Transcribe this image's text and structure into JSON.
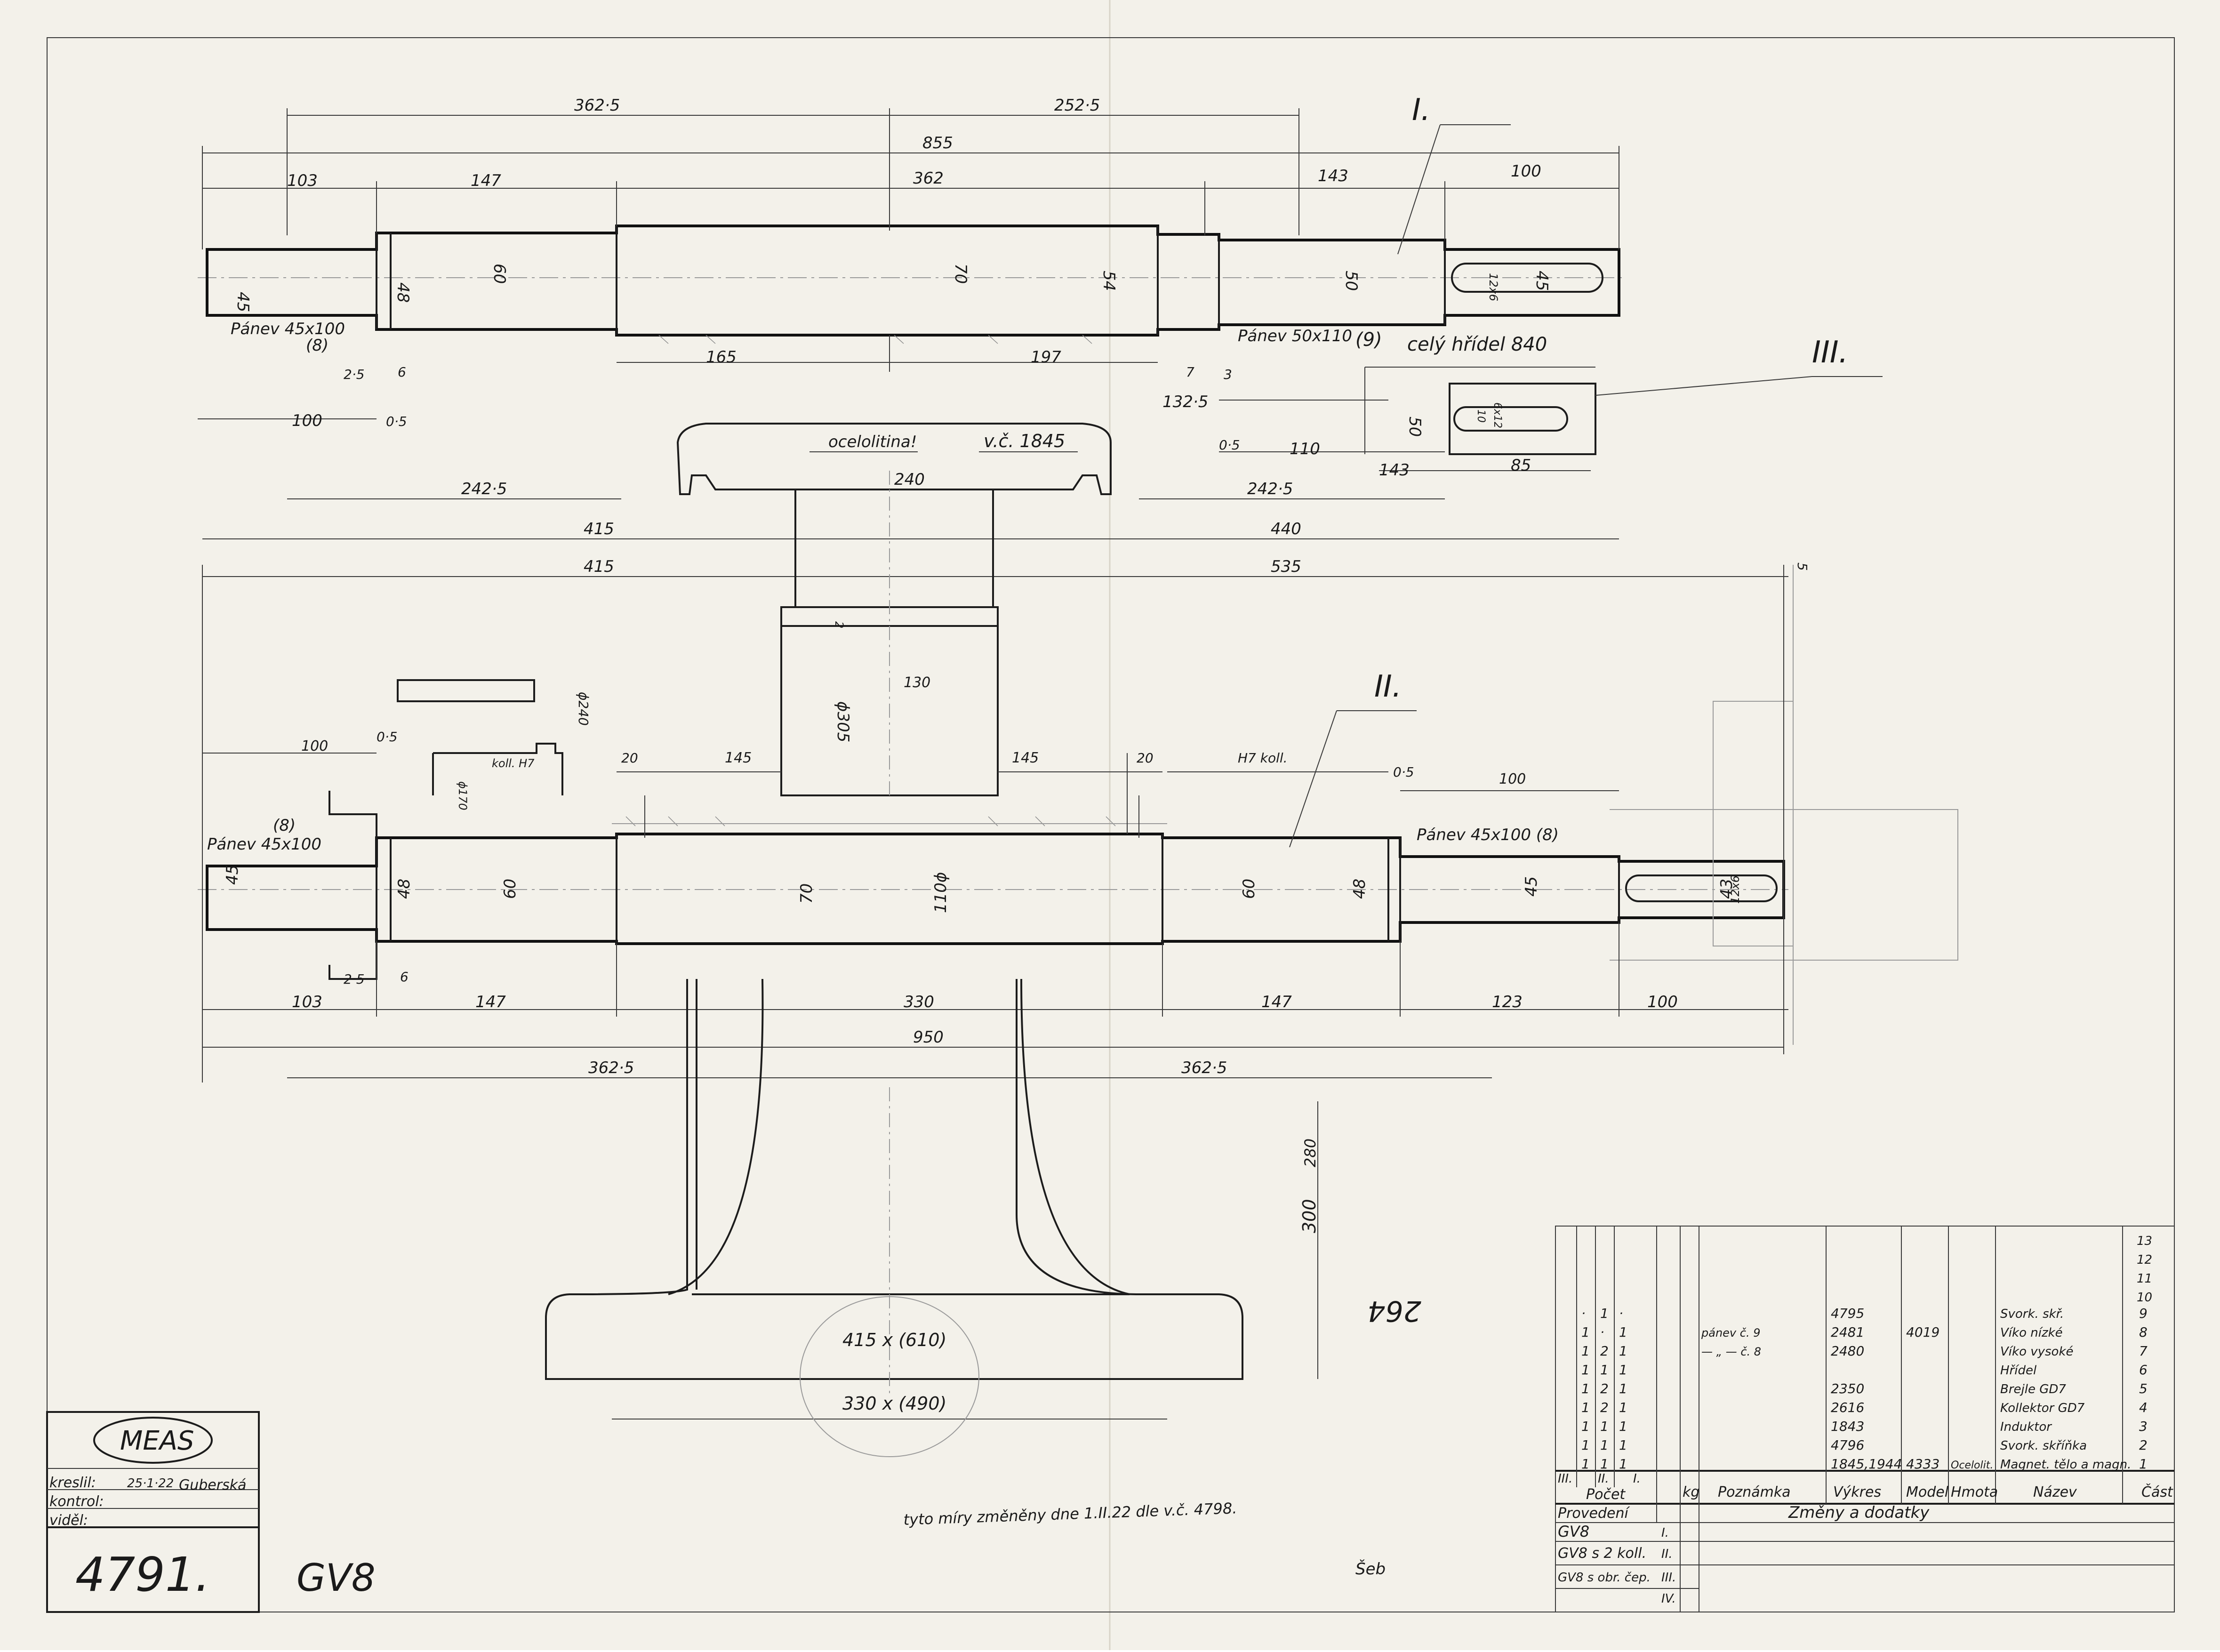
{
  "shaft_I": {
    "mark": "I.",
    "dims_top": [
      "362·5",
      "252·5",
      "855",
      "103",
      "147",
      "362",
      "143",
      "100"
    ],
    "diameters": [
      "45",
      "48",
      "60",
      "70",
      "54",
      "50",
      "12x6",
      "45"
    ],
    "bearing_left": "Pánev 45x100",
    "bearing_left_no": "(8)",
    "bearing_right": "Pánev 50x110",
    "bearing_right_no": "(9)",
    "whole_shaft": "celý hřídel 840",
    "dims_bottom": [
      "165",
      "197",
      "2·5",
      "6",
      "7",
      "3",
      "100",
      "0·5",
      "132·5",
      "0·5",
      "110"
    ],
    "dims_long": [
      "242·5",
      "242·5",
      "415",
      "440",
      "415",
      "535"
    ]
  },
  "detail_III": {
    "mark": "III.",
    "dims": [
      "50",
      "143",
      "85",
      "10",
      "6x12"
    ]
  },
  "casting": {
    "note": "ocelolitina!",
    "ref": "v.č. 1845",
    "width": "240",
    "height": "130",
    "diameter": "ϕ305",
    "lip": "2",
    "bore": "ϕ240",
    "bore_small": "ϕ170",
    "koll": "koll. H7"
  },
  "shaft_II": {
    "mark": "II.",
    "dims_top": [
      "100",
      "0·5",
      "20",
      "145",
      "145",
      "20",
      "H7 koll.",
      "0·5",
      "100",
      "5"
    ],
    "bearing_left": "Pánev 45x100",
    "bearing_left_no": "(8)",
    "bearing_right": "Pánev 45x100 (8)",
    "diameters": [
      "45",
      "48",
      "60",
      "70",
      "110ϕ",
      "60",
      "48",
      "45",
      "43",
      "12x6"
    ],
    "dims_bottom": [
      "2·5",
      "6",
      "103",
      "147",
      "330",
      "147",
      "123",
      "100",
      "950",
      "362·5",
      "362·5"
    ]
  },
  "base": {
    "height": "300",
    "height_old": "280",
    "dim_a": "415 x (610)",
    "dim_b": "330 x (490)",
    "change_note": "tyto míry změněny dne 1.II.22 dle v.č. 4798.",
    "stamp": "264",
    "signature": "Šeb"
  },
  "title_block": {
    "logo": "MEAS",
    "drew_label": "kreslil:",
    "drew_date": "25·1·22",
    "drew_sign": "Guberská",
    "checked_label": "kontrol:",
    "approved_label": "viděl:",
    "number": "4791.",
    "product": "GV8"
  },
  "bom": {
    "row_numbers": [
      "13",
      "12",
      "11",
      "10"
    ],
    "rows": [
      {
        "c1": "·",
        "c2": "1",
        "c3": "·",
        "note": "",
        "drawing": "4795",
        "model": "",
        "name": "Svork. skř.",
        "part": "9"
      },
      {
        "c1": "1",
        "c2": "·",
        "c3": "1",
        "note": "pánev č. 9",
        "drawing": "2481",
        "model": "4019",
        "name": "Víko nízké",
        "part": "8"
      },
      {
        "c1": "1",
        "c2": "2",
        "c3": "1",
        "note": "— „ — č. 8",
        "drawing": "2480",
        "model": "",
        "name": "Víko vysoké",
        "part": "7"
      },
      {
        "c1": "1",
        "c2": "1",
        "c3": "1",
        "note": "",
        "drawing": "",
        "model": "",
        "name": "Hřídel",
        "part": "6"
      },
      {
        "c1": "1",
        "c2": "2",
        "c3": "1",
        "note": "",
        "drawing": "2350",
        "model": "",
        "name": "Brejle GD7",
        "part": "5"
      },
      {
        "c1": "1",
        "c2": "2",
        "c3": "1",
        "note": "",
        "drawing": "2616",
        "model": "",
        "name": "Kollektor GD7",
        "part": "4"
      },
      {
        "c1": "1",
        "c2": "1",
        "c3": "1",
        "note": "",
        "drawing": "1843",
        "model": "",
        "name": "Induktor",
        "part": "3"
      },
      {
        "c1": "1",
        "c2": "1",
        "c3": "1",
        "note": "",
        "drawing": "4796",
        "model": "",
        "name": "Svork. skříňka",
        "part": "2"
      },
      {
        "c1": "1",
        "c2": "1",
        "c3": "1",
        "note": "",
        "drawing": "1845,1944",
        "model": "4333",
        "material": "Ocelolit.",
        "name": "Magnet. tělo a magn.",
        "part": "1"
      }
    ],
    "header": {
      "cols": [
        "III.",
        "II.",
        "I."
      ],
      "count": "Počet",
      "kg": "kg",
      "note": "Poznámka",
      "drawing": "Výkres",
      "model": "Model",
      "material": "Hmota",
      "name": "Název",
      "part": "Část"
    },
    "execution_label": "Provedení",
    "changes_label": "Změny a dodatky",
    "variants": [
      {
        "name": "GV8",
        "mark": "I."
      },
      {
        "name": "GV8 s 2 koll.",
        "mark": "II."
      },
      {
        "name": "GV8 s obr. čep.",
        "mark": "III."
      },
      {
        "name": "",
        "mark": "IV."
      }
    ]
  }
}
